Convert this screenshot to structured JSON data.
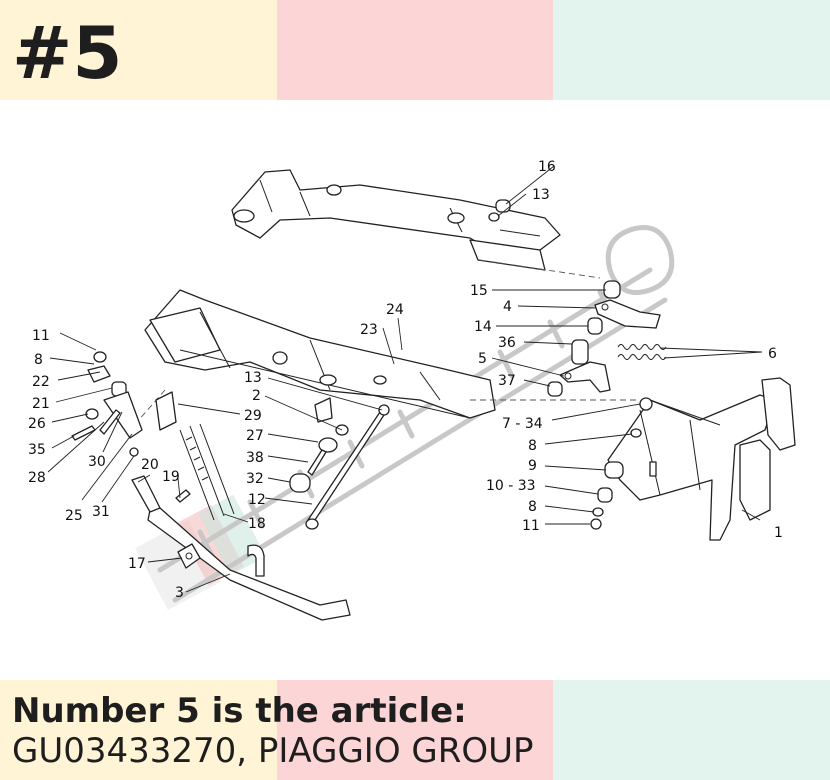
{
  "header": {
    "number": "#5"
  },
  "caption": {
    "line1": "Number 5 is the article:",
    "line2": "GU03433270, PIAGGIO GROUP"
  },
  "palette": {
    "yellow": "#fff5d6",
    "pink": "#fcd6d6",
    "mint": "#e3f4ef",
    "text": "#1e1e1e"
  },
  "diagram": {
    "callouts": [
      "1",
      "2",
      "3",
      "4",
      "5",
      "6",
      "7 - 34",
      "8",
      "8",
      "8",
      "9",
      "10 - 33",
      "11",
      "11",
      "12",
      "13",
      "13",
      "14",
      "15",
      "16",
      "17",
      "18",
      "19",
      "20",
      "21",
      "22",
      "23",
      "24",
      "25",
      "26",
      "27",
      "28",
      "29",
      "30",
      "31",
      "32",
      "35",
      "36",
      "37",
      "38"
    ]
  }
}
